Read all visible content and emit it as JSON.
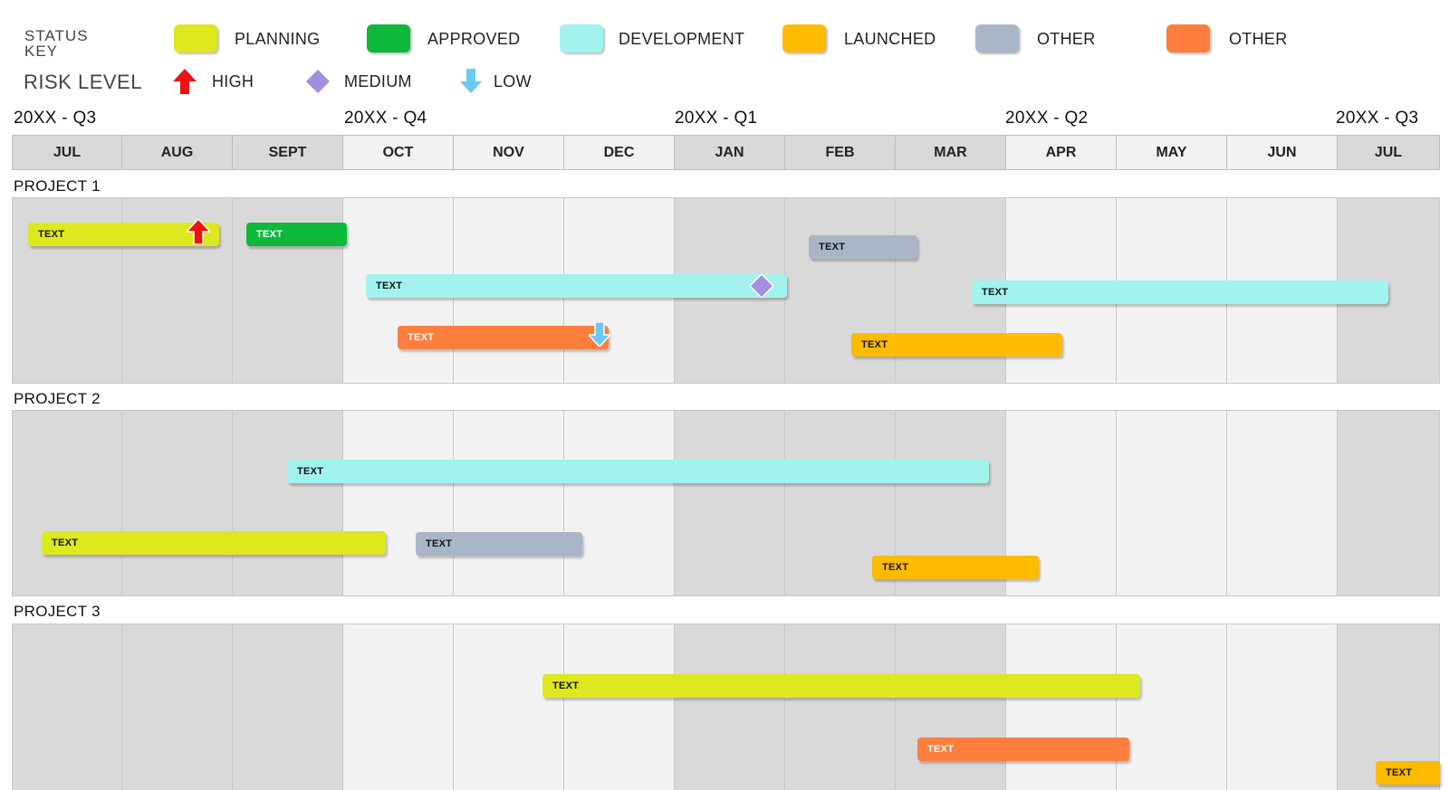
{
  "status_key": {
    "title_line1": "STATUS",
    "title_line2": "KEY",
    "items": [
      {
        "label": "PLANNING",
        "color": "#dde81e"
      },
      {
        "label": "APPROVED",
        "color": "#0db83b"
      },
      {
        "label": "DEVELOPMENT",
        "color": "#a2f2ed"
      },
      {
        "label": "LAUNCHED",
        "color": "#ffbb00"
      },
      {
        "label": "OTHER",
        "color": "#a9b6c8"
      },
      {
        "label": "OTHER",
        "color": "#ff7f3e"
      }
    ]
  },
  "risk_level": {
    "title": "RISK LEVEL",
    "items": [
      {
        "label": "HIGH",
        "icon": "arrow-up-icon",
        "color": "#ee1111"
      },
      {
        "label": "MEDIUM",
        "icon": "diamond-icon",
        "color": "#a38ee0"
      },
      {
        "label": "LOW",
        "icon": "arrow-down-icon",
        "color": "#6cc9f4"
      }
    ]
  },
  "quarters": [
    "20XX - Q3",
    "20XX - Q4",
    "20XX - Q1",
    "20XX - Q2",
    "20XX - Q3"
  ],
  "months": [
    "JUL",
    "AUG",
    "SEPT",
    "OCT",
    "NOV",
    "DEC",
    "JAN",
    "FEB",
    "MAR",
    "APR",
    "MAY",
    "JUN",
    "JUL"
  ],
  "projects": [
    {
      "name": "PROJECT 1",
      "bars": [
        {
          "label": "TEXT",
          "status": "PLANNING",
          "risk": "HIGH"
        },
        {
          "label": "TEXT",
          "status": "APPROVED"
        },
        {
          "label": "TEXT",
          "status": "OTHER"
        },
        {
          "label": "TEXT",
          "status": "DEVELOPMENT",
          "risk": "MEDIUM"
        },
        {
          "label": "TEXT",
          "status": "DEVELOPMENT"
        },
        {
          "label": "TEXT",
          "status": "OTHER",
          "risk": "LOW"
        },
        {
          "label": "TEXT",
          "status": "LAUNCHED"
        }
      ]
    },
    {
      "name": "PROJECT 2",
      "bars": [
        {
          "label": "TEXT",
          "status": "DEVELOPMENT"
        },
        {
          "label": "TEXT",
          "status": "PLANNING"
        },
        {
          "label": "TEXT",
          "status": "OTHER"
        },
        {
          "label": "TEXT",
          "status": "LAUNCHED"
        }
      ]
    },
    {
      "name": "PROJECT 3",
      "bars": [
        {
          "label": "TEXT",
          "status": "PLANNING"
        },
        {
          "label": "TEXT",
          "status": "OTHER"
        },
        {
          "label": "TEXT",
          "status": "LAUNCHED"
        }
      ]
    }
  ]
}
